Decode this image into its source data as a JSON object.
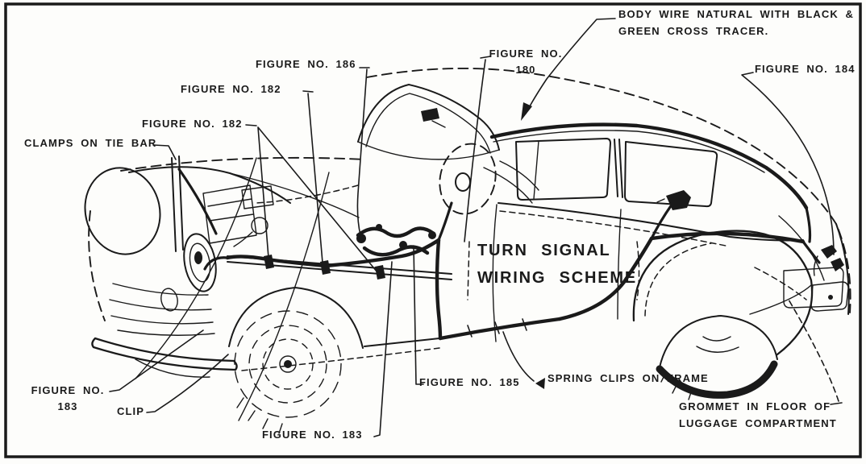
{
  "figure": {
    "paper_color": "#fdfdfb",
    "ink_color": "#1a1a1a",
    "caption": {
      "line1": "TURN SIGNAL",
      "line2": "WIRING SCHEME"
    },
    "callouts": {
      "body_wire": {
        "line1": "BODY WIRE NATURAL WITH BLACK &",
        "line2": "GREEN CROSS TRACER."
      },
      "figure_184": "FIGURE NO. 184",
      "figure_186": "FIGURE NO. 186",
      "figure_182_upper": "FIGURE NO. 182",
      "figure_182_lower": "FIGURE NO. 182",
      "figure_180": {
        "line1": "FIGURE NO.",
        "line2": "180"
      },
      "clamps_on_tie_bar": "CLAMPS ON TIE BAR",
      "figure_183_left": {
        "line1": "FIGURE NO.",
        "line2": "183"
      },
      "clip": "CLIP",
      "figure_183_bottom": "FIGURE NO. 183",
      "figure_185": "FIGURE NO. 185",
      "spring_clips_on_frame": "SPRING CLIPS ON FRAME",
      "grommet": {
        "line1": "GROMMET IN FLOOR OF",
        "line2": "LUGGAGE COMPARTMENT"
      }
    }
  }
}
